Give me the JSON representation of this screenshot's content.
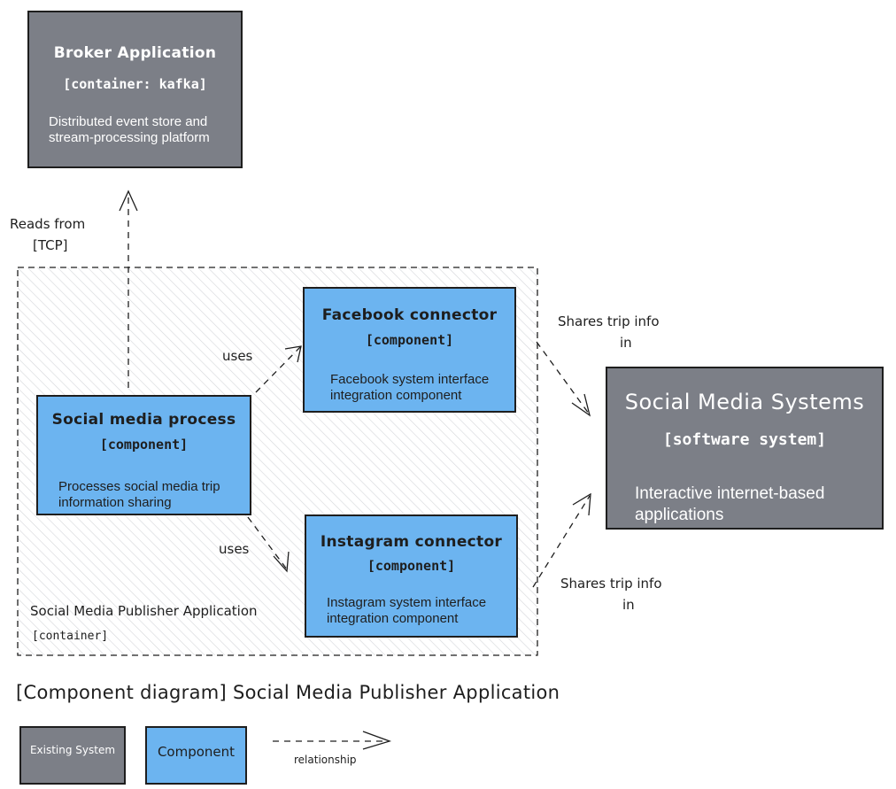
{
  "broker": {
    "title": "Broker Application",
    "tech": "[container: kafka]",
    "desc1": "Distributed event store and",
    "desc2": "stream-processing platform"
  },
  "reads_label": {
    "line1": "Reads from",
    "line2": "[TCP]"
  },
  "boundary": {
    "name": "Social Media Publisher Application",
    "type": "[container]"
  },
  "social_process": {
    "title": "Social media process",
    "tech": "[component]",
    "desc1": "Processes social media trip",
    "desc2": "information sharing"
  },
  "facebook": {
    "title": "Facebook connector",
    "tech": "[component]",
    "desc1": "Facebook system interface",
    "desc2": "integration component"
  },
  "instagram": {
    "title": "Instagram connector",
    "tech": "[component]",
    "desc1": "Instagram system interface",
    "desc2": "integration component"
  },
  "social_systems": {
    "title": "Social Media Systems",
    "tech": "[software system]",
    "desc1": "Interactive internet-based",
    "desc2": "applications"
  },
  "uses_top": "uses",
  "uses_bottom": "uses",
  "shares_top": {
    "line1": "Shares trip info",
    "line2": "in"
  },
  "shares_bottom": {
    "line1": "Shares trip info",
    "line2": "in"
  },
  "diagram_title": "[Component diagram] Social Media Publisher Application",
  "legend": {
    "existing": "Existing System",
    "component": "Component",
    "relationship": "relationship"
  },
  "colors": {
    "external_fill": "#7c7f87",
    "component_fill": "#6cb4f0",
    "stroke": "#1e1e1e"
  }
}
